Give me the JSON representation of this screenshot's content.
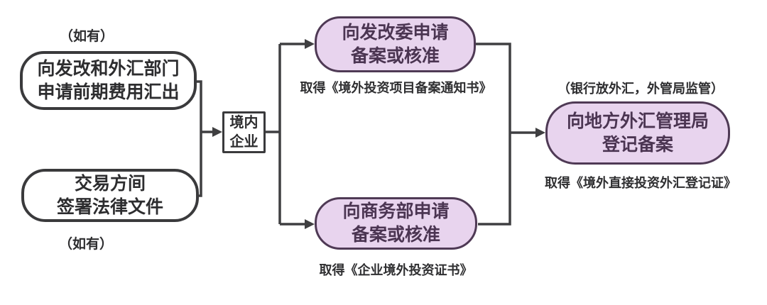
{
  "diagram": {
    "title_implied": "境外投资备案登记流程",
    "background": "#ffffff",
    "line_color": "#3f3f41",
    "styles": {
      "white_box": {
        "fill": "#ffffff",
        "border": "#3a3a3c",
        "text": "#2d2d2f"
      },
      "purple_box": {
        "fill": "#e8d4ee",
        "border": "#4f3a55",
        "text": "#4b3552"
      }
    },
    "nodes": {
      "prelim": {
        "label_line1": "向发改和外汇部门",
        "label_line2": "申请前期费用汇出",
        "note_above": "（如有）"
      },
      "legal": {
        "label_line1": "交易方间",
        "label_line2": "签署法律文件",
        "note_below": "（如有）"
      },
      "domestic": {
        "label_line1": "境内",
        "label_line2": "企业"
      },
      "ndrc": {
        "label_line1": "向发改委申请",
        "label_line2": "备案或核准",
        "caption_below": "取得《境外投资项目备案通知书》"
      },
      "mofcom": {
        "label_line1": "向商务部申请",
        "label_line2": "备案或核准",
        "caption_below": "取得《企业境外投资证书》"
      },
      "safe": {
        "label_line1": "向地方外汇管理局",
        "label_line2": "登记备案",
        "note_above": "（银行放外汇，外管局监管）",
        "caption_below": "取得《境外直接投资外汇登记证》"
      }
    }
  }
}
